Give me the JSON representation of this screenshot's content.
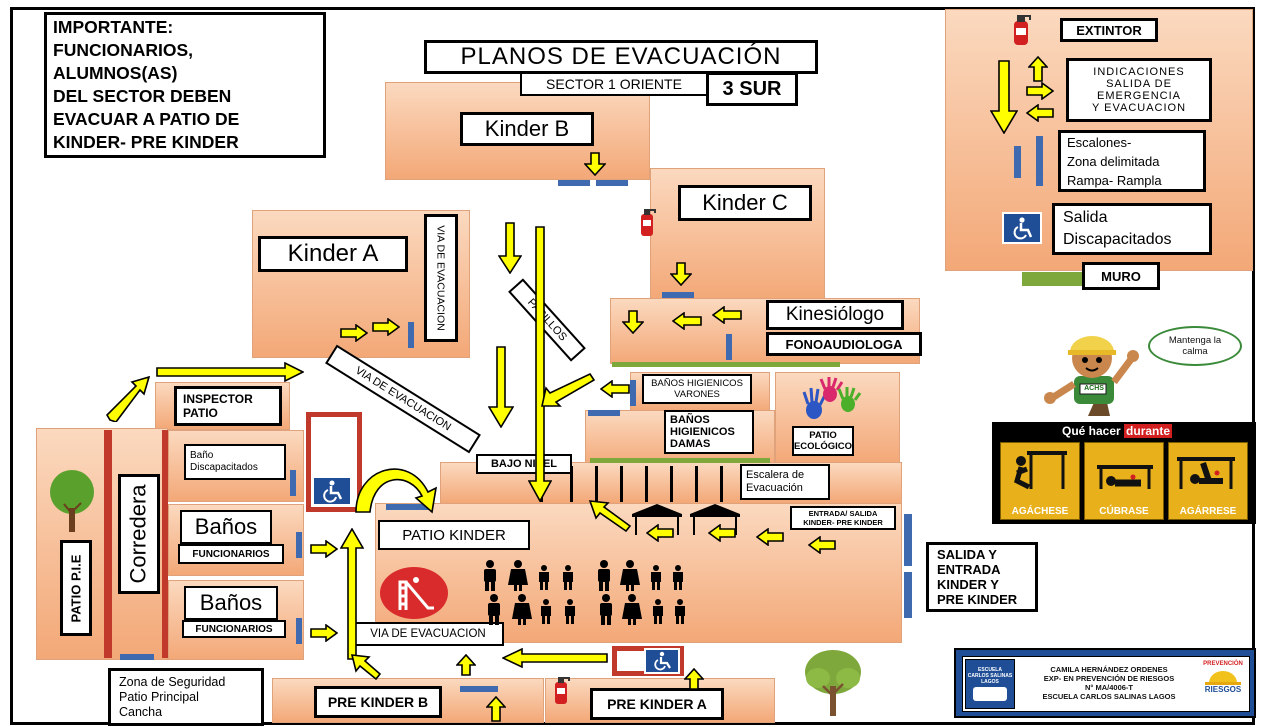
{
  "title": "PLANOS DE EVACUACIÓN",
  "sector": "SECTOR 1 ORIENTE",
  "sector_south": "3 SUR",
  "important_note": [
    "IMPORTANTE:",
    "FUNCIONARIOS,",
    "ALUMNOS(AS)",
    "DEL SECTOR DEBEN",
    "EVACUAR A PATIO DE",
    "KINDER- PRE KINDER"
  ],
  "rooms": {
    "kinder_b": "Kinder B",
    "kinder_c": "Kinder C",
    "kinder_a": "Kinder A",
    "kinesiologo": "Kinesiólogo",
    "fonoaudiologa": "FONOAUDIOLOGA",
    "banos_varones": "BAÑOS HIGIENICOS VARONES",
    "banos_damas": [
      "BAÑOS",
      "HIGIENICOS",
      "DAMAS"
    ],
    "patio_ecologico": [
      "PATIO",
      "ECOLÓGICO"
    ],
    "inspector": [
      "INSPECTOR",
      "PATIO"
    ],
    "bano_discapacitados": [
      "Baño",
      "Discapacitados"
    ],
    "banos_1": "Baños",
    "funcionarios_1": "FUNCIONARIOS",
    "banos_2": "Baños",
    "funcionarios_2": "FUNCIONARIOS",
    "corredera": "Corredera",
    "patio_pie": "PATIO P.I.E",
    "bajo_nivel": "BAJO NIVEL",
    "escalera": [
      "Escalera de",
      "Evacuación"
    ],
    "patio_kinder": "PATIO KINDER",
    "entrada_salida": [
      "ENTRADA/ SALIDA",
      "KINDER- PRE KINDER"
    ],
    "salida_entrada": [
      "SALIDA Y",
      "ENTRADA",
      "KINDER Y",
      "PRE KINDER"
    ],
    "pre_kinder_b": "PRE KINDER B",
    "pre_kinder_a": "PRE KINDER A",
    "zona_seguridad": [
      "Zona de Seguridad",
      "Patio Principal",
      "Cancha"
    ]
  },
  "routes": {
    "via_vertical": "VIA DE EVACUACION",
    "pasillos": "PASILLOS",
    "via_diagonal": "VIA DE EVACUACION",
    "via_bottom": "VIA DE EVACUACION"
  },
  "legend": {
    "extintor": "EXTINTOR",
    "indicaciones": [
      "INDICACIONES",
      "SALIDA DE",
      "EMERGENCIA",
      "Y EVACUACION"
    ],
    "escalones": [
      "Escalones-",
      "Zona delimitada",
      "Rampa- Rampla"
    ],
    "salida_disc": [
      "Salida",
      "Discapacitados"
    ],
    "muro": "MURO"
  },
  "mascot": {
    "speech": [
      "Mantenga la",
      "calma"
    ],
    "badge": "ACHS"
  },
  "safety_panel": {
    "heading_prefix": "Qué hacer ",
    "heading_emphasis": "durante",
    "steps": [
      "AGÁCHESE",
      "CÚBRASE",
      "AGÁRRESE"
    ]
  },
  "credit": {
    "school_badge": [
      "ESCUELA",
      "CARLOS SALINAS",
      "LAGOS"
    ],
    "lines": [
      "CAMILA HERNÁNDEZ ORDENES",
      "EXP- EN PREVENCIÓN DE RIESGOS",
      "N° MA/4006-T",
      "ESCUELA CARLOS SALINAS LAGOS"
    ],
    "logo_top": "PREVENCIÓN",
    "logo_bottom": "RIESGOS"
  },
  "colors": {
    "room_fill": "#f3a877",
    "arrow": "#ffff00",
    "door": "#3f6ab0",
    "wall_red": "#c0392b",
    "muro": "#7fa83c",
    "disabled_sign": "#1f4e96"
  }
}
